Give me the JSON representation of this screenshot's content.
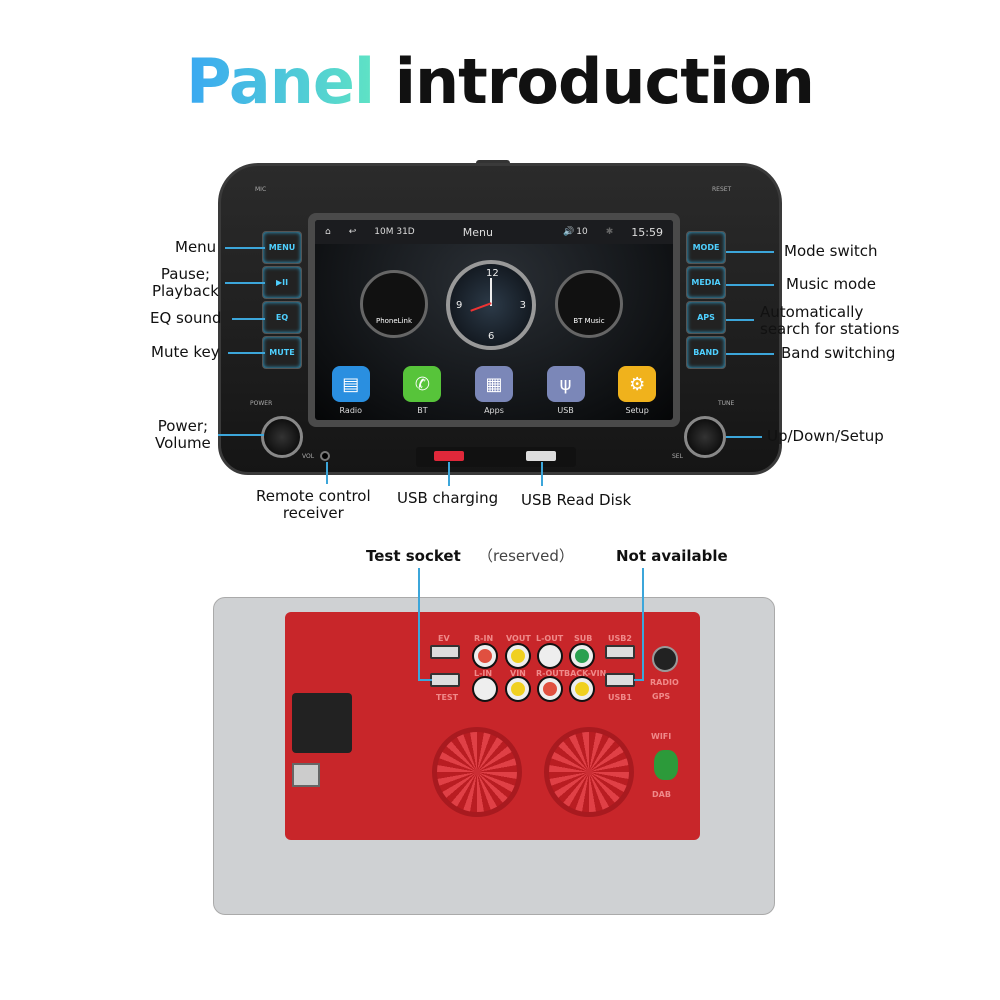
{
  "title": {
    "part1": "Panel",
    "part2": "introduction"
  },
  "front": {
    "corner_labels": {
      "mic": "MIC",
      "reset": "RESET",
      "power": "POWER",
      "tune": "TUNE",
      "vol": "VOL",
      "sel": "SEL"
    },
    "left_buttons": [
      "MENU",
      "▶II",
      "EQ",
      "MUTE"
    ],
    "right_buttons": [
      "MODE",
      "MEDIA",
      "APS",
      "BAND"
    ],
    "screen": {
      "date": "10M 31D",
      "title": "Menu",
      "volume": "10",
      "time": "15:59",
      "widgets": [
        "PhoneLink",
        "BT Music"
      ],
      "clock_numbers": [
        "12",
        "3",
        "6",
        "9"
      ],
      "apps": [
        {
          "label": "Radio",
          "color": "#2a8fe0",
          "icon": "radio-icon"
        },
        {
          "label": "BT",
          "color": "#57c43a",
          "icon": "phone-icon"
        },
        {
          "label": "Apps",
          "color": "#7b87b8",
          "icon": "apps-grid-icon"
        },
        {
          "label": "USB",
          "color": "#7b87b8",
          "icon": "usb-icon"
        },
        {
          "label": "Setup",
          "color": "#f0b21c",
          "icon": "gear-icon"
        }
      ]
    },
    "callouts_left": [
      "Menu",
      "Pause;\nPlayback",
      "EQ sound",
      "Mute key",
      "Power;\nVolume"
    ],
    "callouts_right": [
      "Mode switch",
      "Music mode",
      "Automatically\nsearch for stations",
      "Band switching",
      "Up/Down/Setup"
    ],
    "callouts_bottom": [
      "Remote control\nreceiver",
      "USB charging",
      "USB Read Disk"
    ]
  },
  "back": {
    "callouts": {
      "test_socket": "Test socket",
      "reserved": "（reserved）",
      "not_available": "Not available"
    },
    "port_labels_top": [
      "EV",
      "R-IN",
      "VOUT",
      "L-OUT",
      "SUB",
      "USB2"
    ],
    "port_labels_bottom": [
      "TEST",
      "L-IN",
      "VIN",
      "R-OUT",
      "BACK-VIN",
      "USB1"
    ],
    "side_labels": [
      "RADIO",
      "GPS",
      "WIFI",
      "DAB"
    ]
  },
  "colors": {
    "accent": "#3ca6da",
    "back_panel": "#c8262a"
  }
}
